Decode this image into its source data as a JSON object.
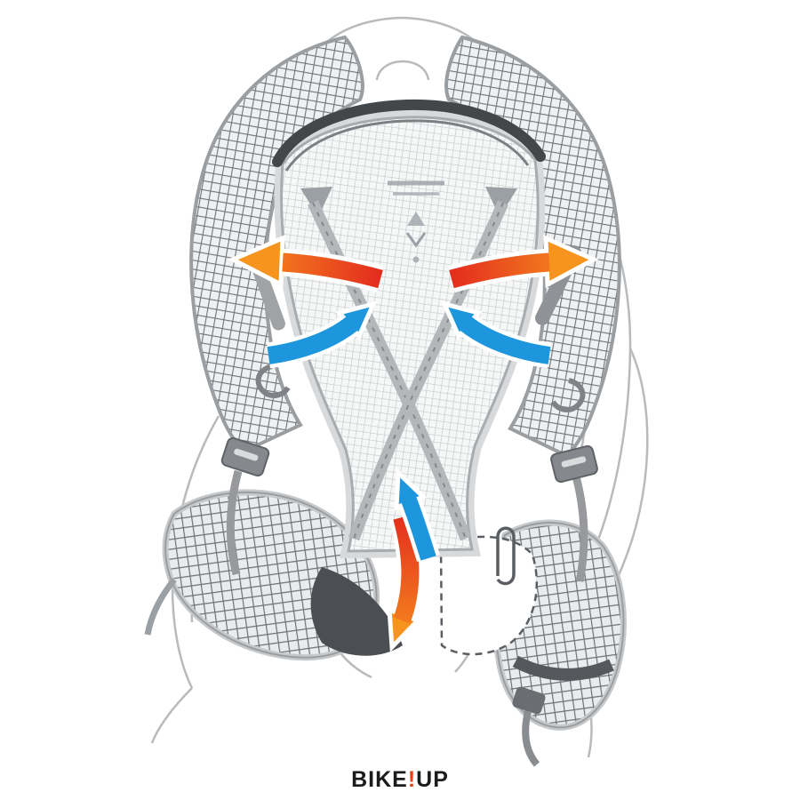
{
  "illustration": {
    "subject": "Backpack back-panel ventilation airflow diagram",
    "watermark": {
      "part1": "BIKE",
      "bang": "!",
      "part2": "UP"
    },
    "colors": {
      "cool_air_blue": "#1e96dd",
      "warm_air_red": "#e32b1e",
      "warm_air_orange": "#f7941d",
      "mesh_line_dark": "#70757a",
      "mesh_line_light": "#c6cacc",
      "frame_gray": "#9b9ea1",
      "outline_light": "#b8babc",
      "top_band_dark": "#43474a"
    },
    "arrows": [
      {
        "name": "warm-air-out-left",
        "direction": "left",
        "type": "warm"
      },
      {
        "name": "warm-air-out-right",
        "direction": "right",
        "type": "warm"
      },
      {
        "name": "cool-air-in-left",
        "direction": "up-right",
        "type": "cool"
      },
      {
        "name": "cool-air-in-right",
        "direction": "up-left",
        "type": "cool"
      },
      {
        "name": "cool-air-in-bottom",
        "direction": "up",
        "type": "cool"
      },
      {
        "name": "warm-air-out-bottom",
        "direction": "down",
        "type": "warm"
      }
    ]
  }
}
